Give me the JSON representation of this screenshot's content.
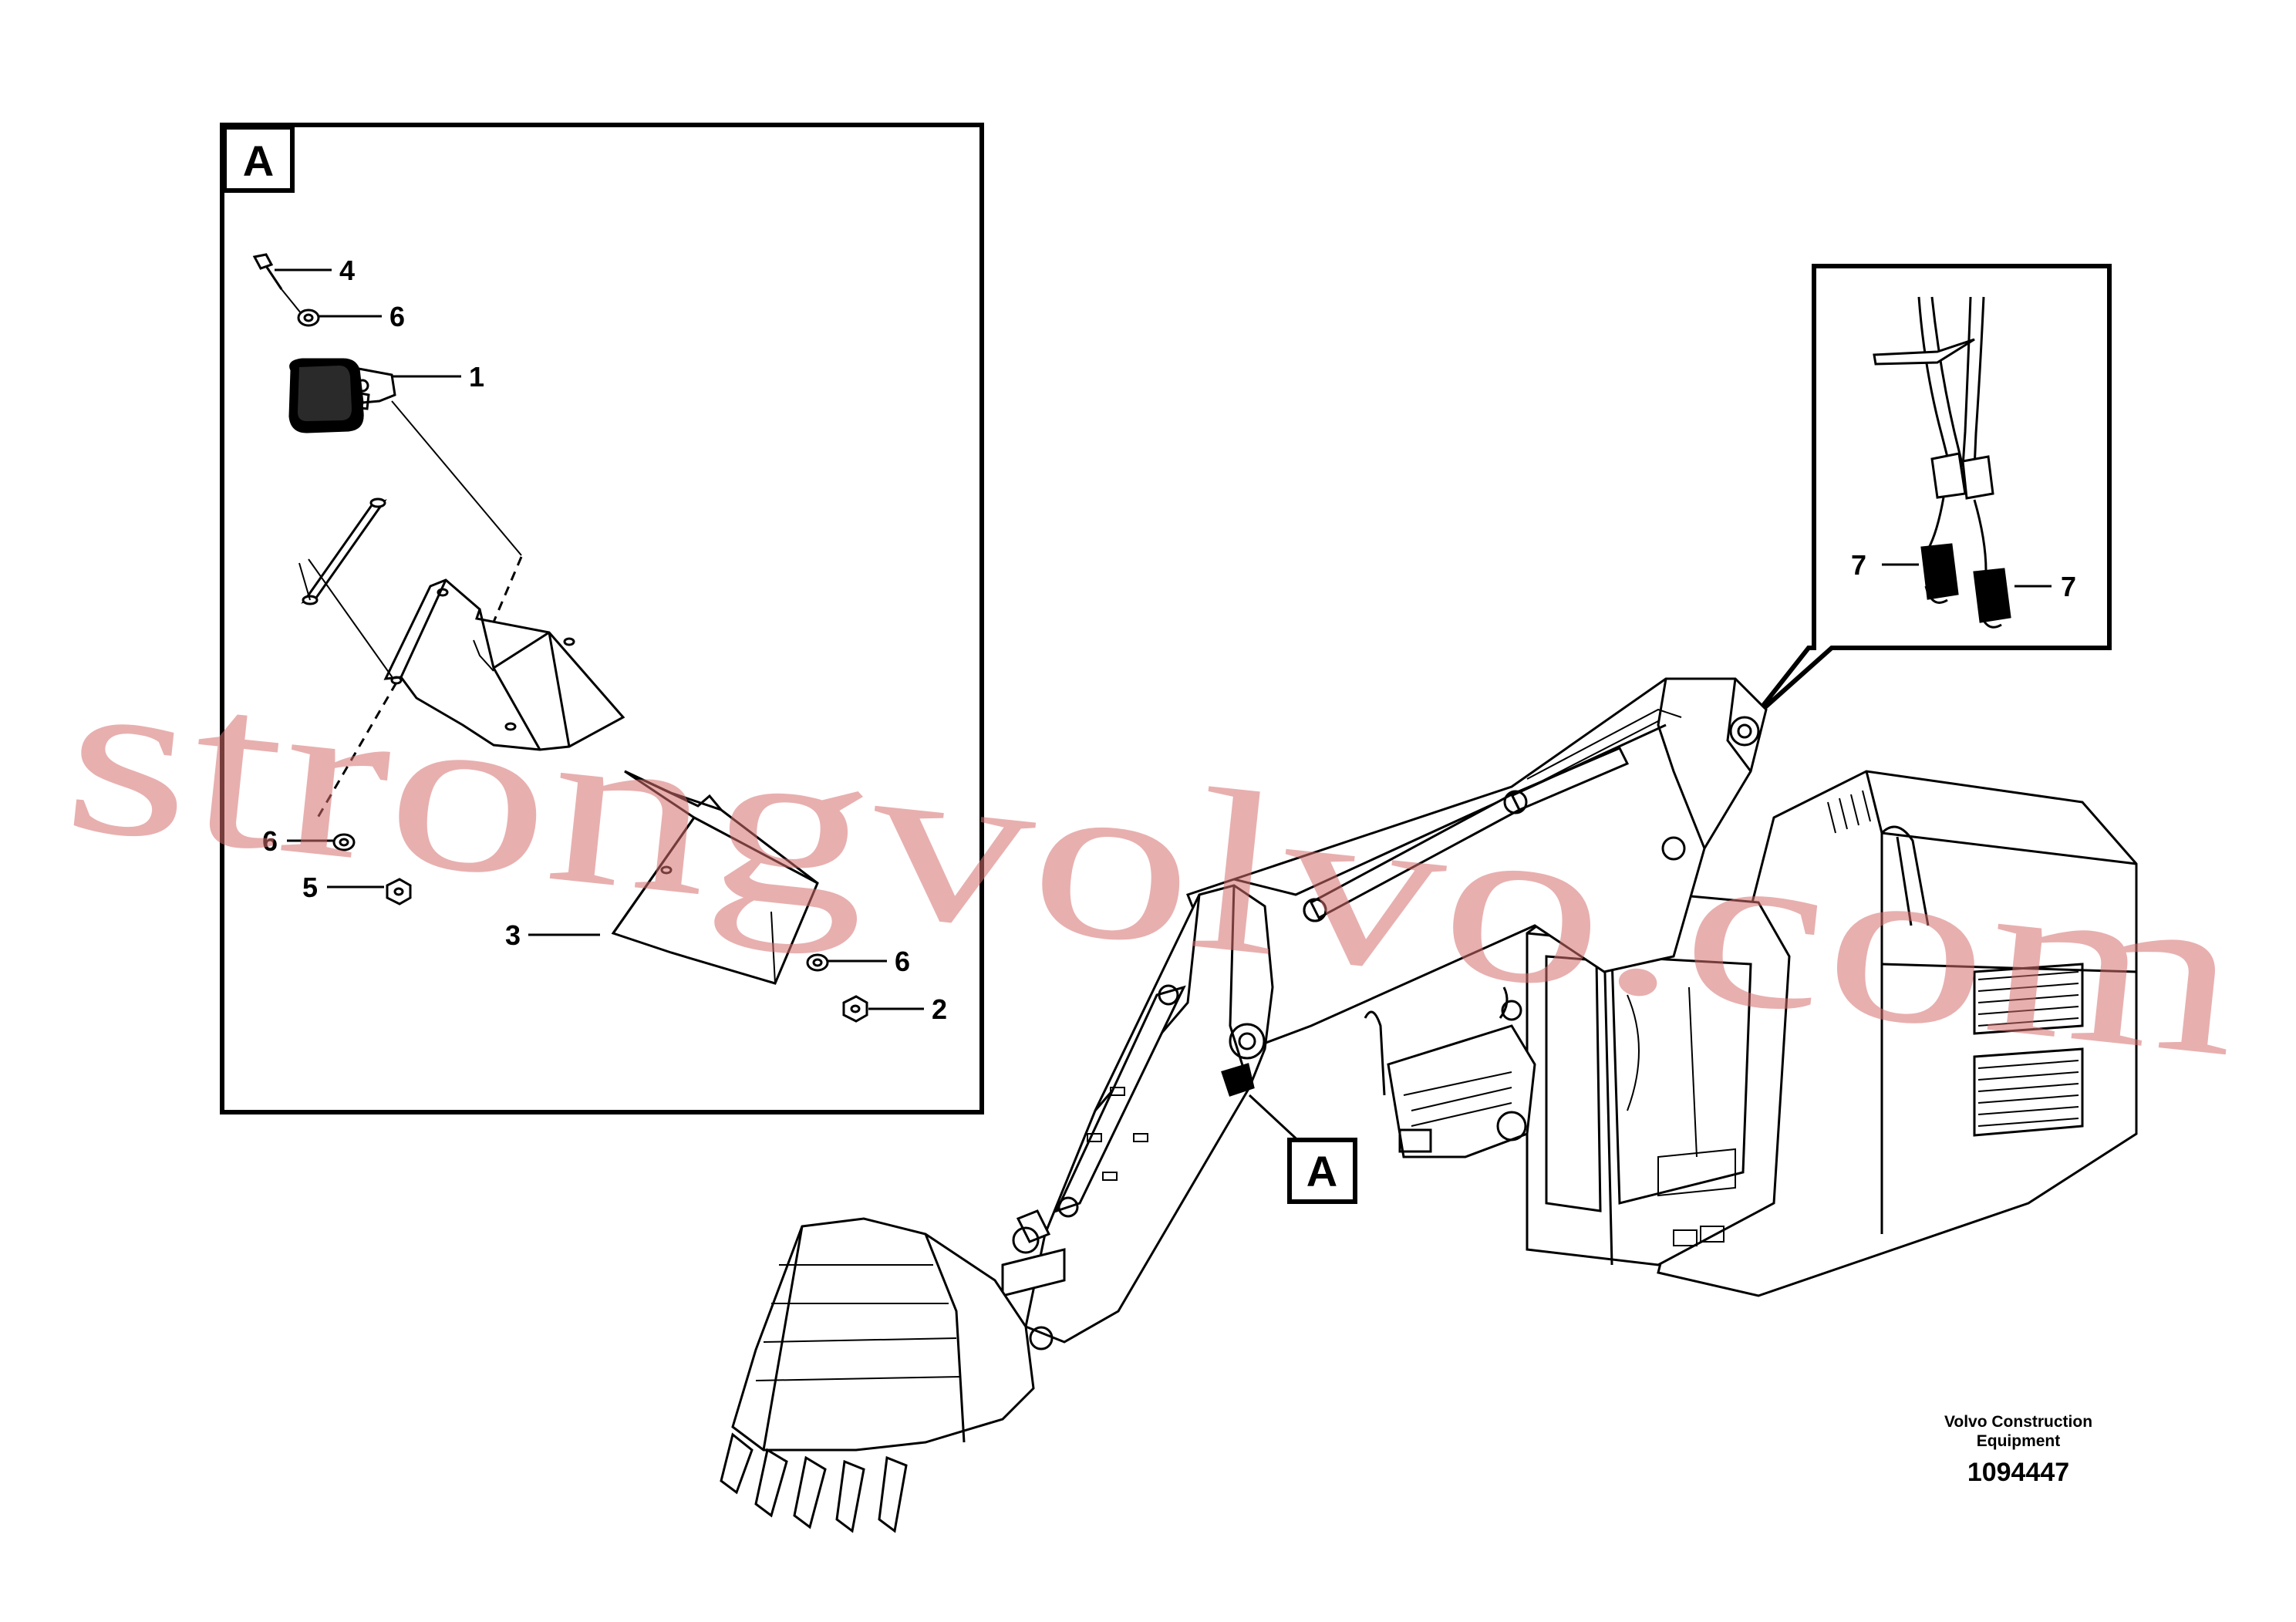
{
  "views": {
    "detail_a_label": "A",
    "pointer_a_label": "A"
  },
  "callouts": {
    "c1": "1",
    "c2": "2",
    "c3": "3",
    "c4": "4",
    "c5": "5",
    "c6a": "6",
    "c6b": "6",
    "c6c": "6",
    "c7a": "7",
    "c7b": "7"
  },
  "watermark": "strongvolvo.com",
  "footer": {
    "manufacturer_line1": "Volvo Construction",
    "manufacturer_line2": "Equipment",
    "document_number": "1094447"
  }
}
